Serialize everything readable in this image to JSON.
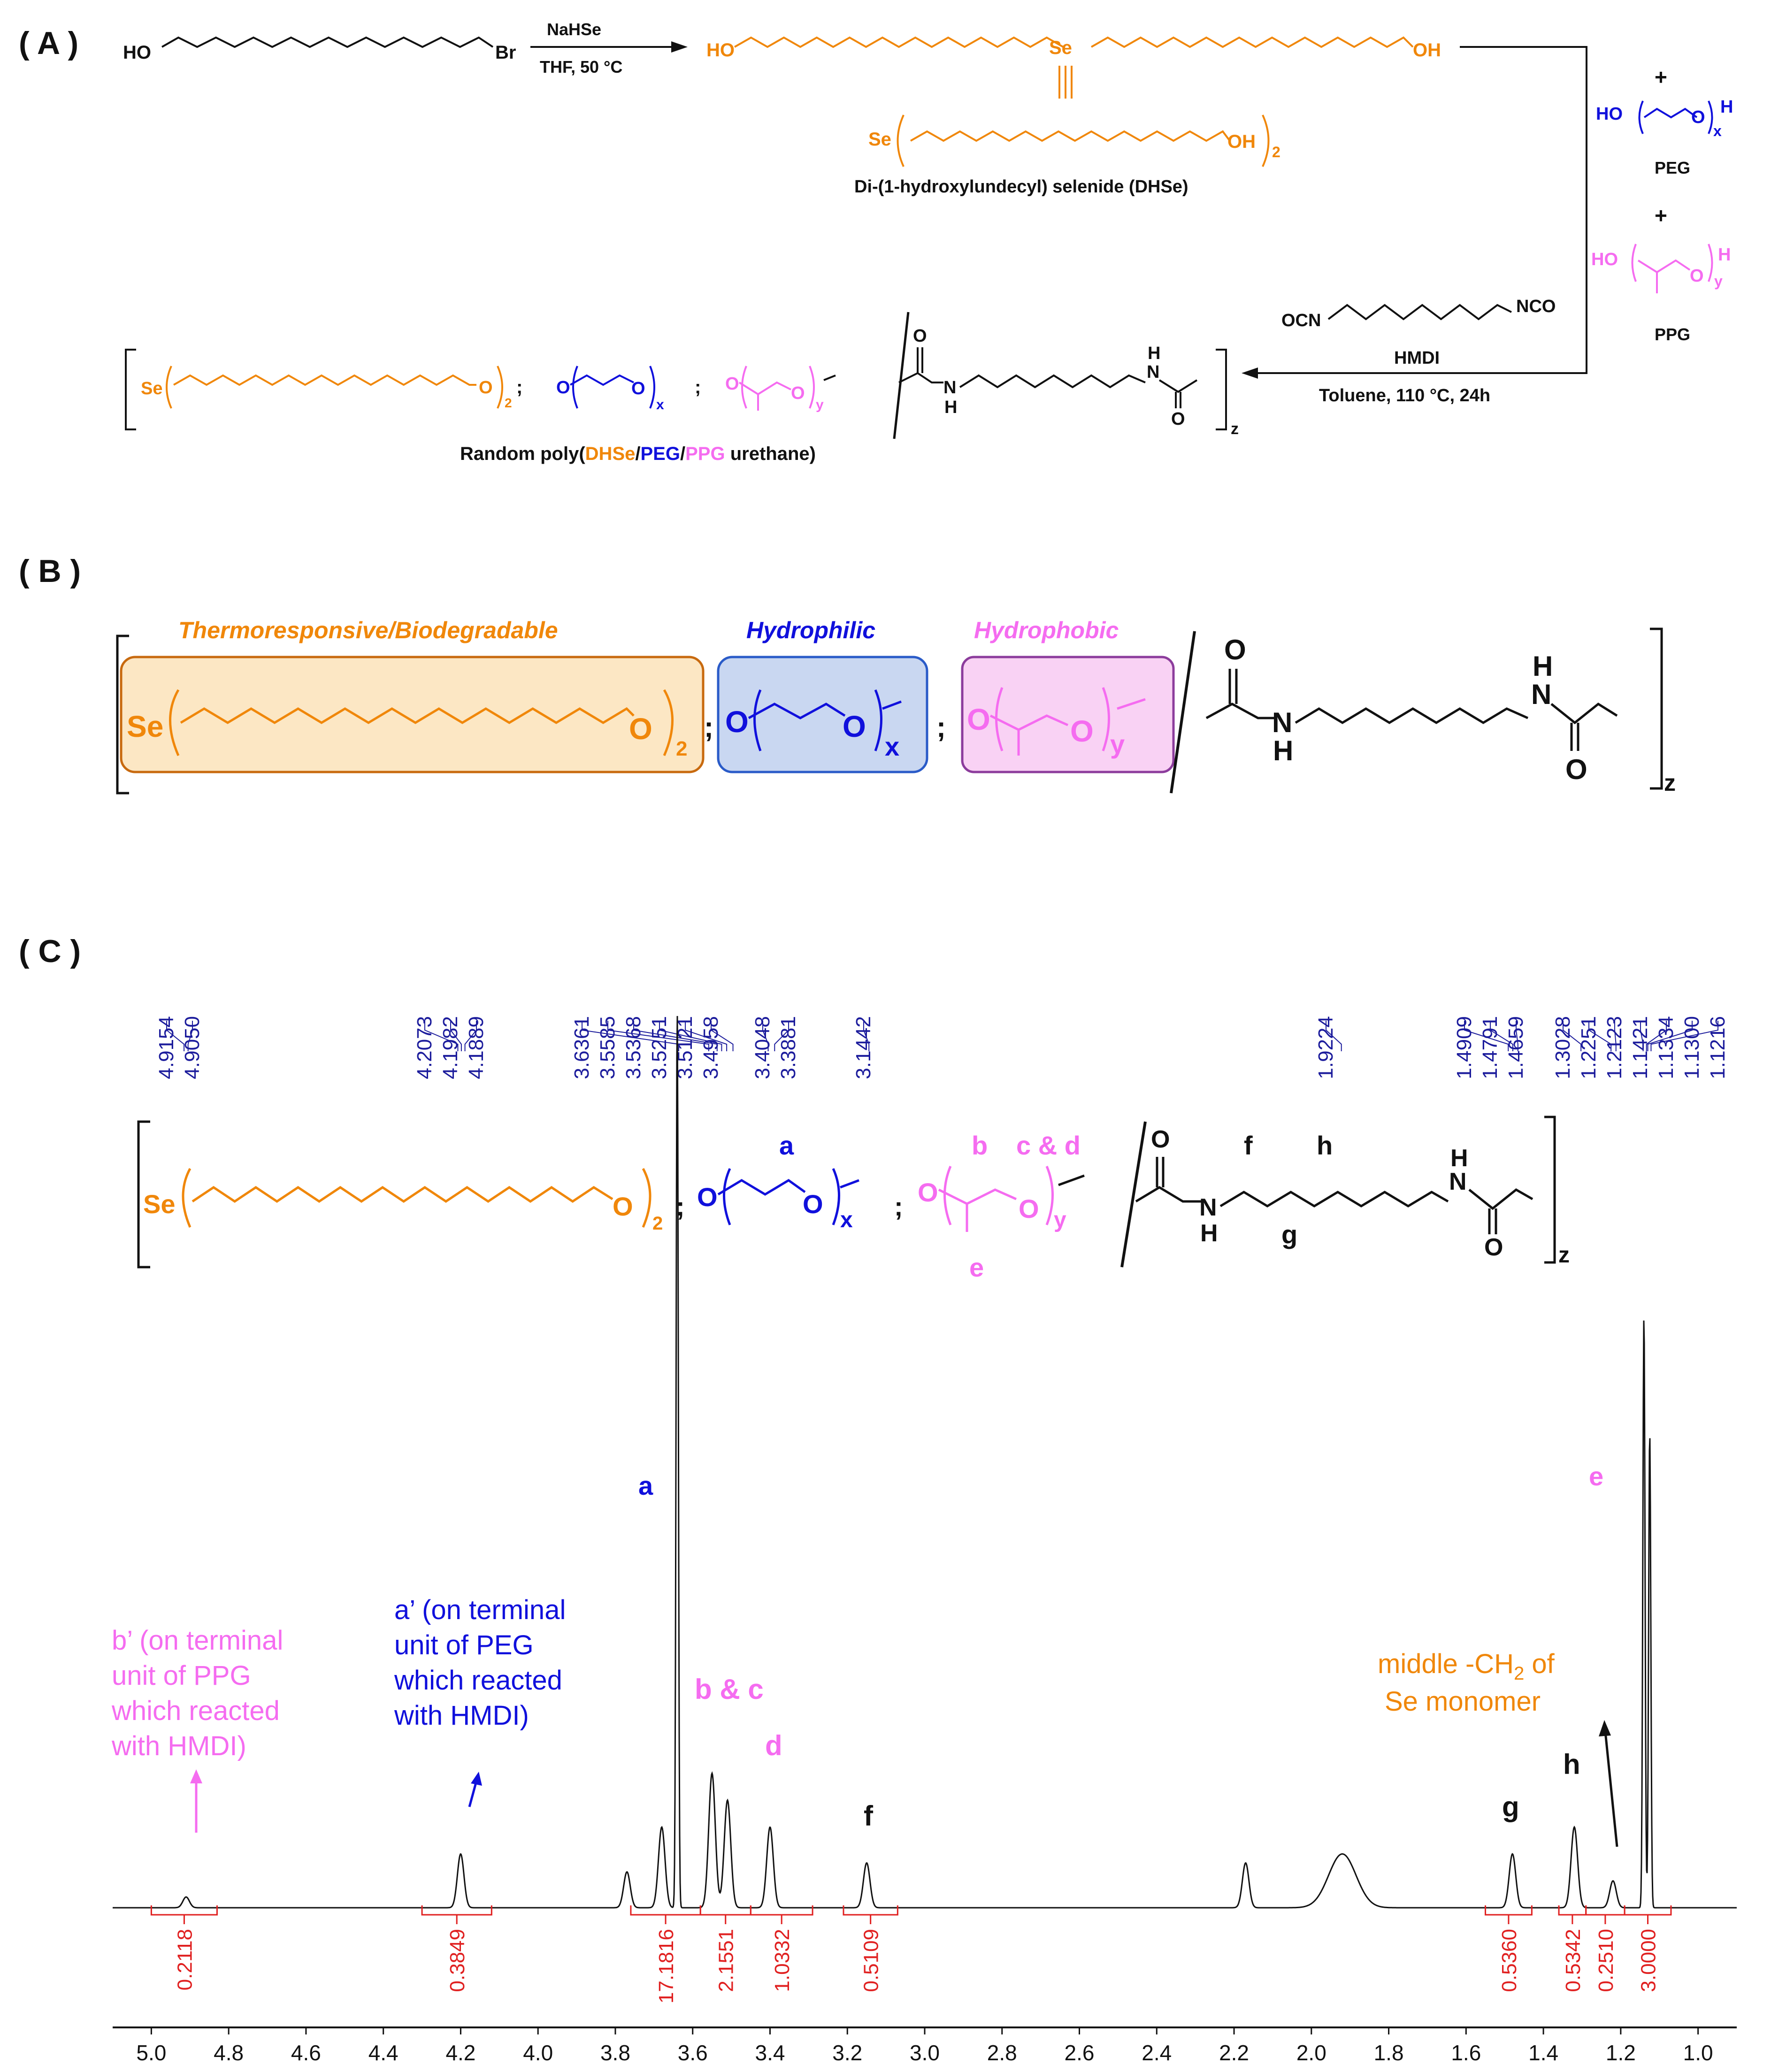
{
  "colors": {
    "orange": "#F0870A",
    "blue": "#1010DC",
    "pink": "#F56CF0",
    "black": "#111111",
    "shift_label": "#1C1C9C",
    "integral": "#E02020",
    "box_orange_fill": "#FCE7C4",
    "box_orange_stroke": "#C86A0F",
    "box_blue_fill": "#C9D7F1",
    "box_blue_stroke": "#2A5BC8",
    "box_pink_fill": "#F9D2F4",
    "box_pink_stroke": "#8C3C9C"
  },
  "panelA": {
    "label": "( A )",
    "start_ho": "HO",
    "start_br": "Br",
    "reagent1": "NaHSe",
    "cond1": "THF, 50 °C",
    "prod_ho": "HO",
    "prod_se": "Se",
    "prod_oh": "OH",
    "eq_se": "Se",
    "eq_oh": "OH",
    "eq_sub": "2",
    "dhse_name": "Di-(1-hydroxylundecyl) selenide (DHSe)",
    "plus1": "+",
    "peg_ho": "HO",
    "peg_h": "H",
    "peg_o": "O",
    "peg_x": "x",
    "peg_name": "PEG",
    "plus2": "+",
    "ppg_ho": "HO",
    "ppg_h": "H",
    "ppg_o": "O",
    "ppg_y": "y",
    "ppg_name": "PPG",
    "ocn": "OCN",
    "nco": "NCO",
    "hmdi": "HMDI",
    "cond2": "Toluene, 110 °C, 24h",
    "poly_se": "Se",
    "poly_o1": "O",
    "poly_2": "2",
    "poly_semi": ";",
    "poly_o2": "O",
    "poly_o3": "O",
    "poly_x": "x",
    "poly_o4": "O",
    "poly_o5": "O",
    "poly_y": "y",
    "poly_o6": "O",
    "poly_n1": "N",
    "poly_h1": "H",
    "poly_h2": "H",
    "poly_n2": "N",
    "poly_o7": "O",
    "poly_z": "z",
    "product_prefix": "Random poly(",
    "product_dhse": "DHSe",
    "product_slash": "/",
    "product_peg": "PEG",
    "product_ppg": "PPG",
    "product_suffix": " urethane)"
  },
  "panelB": {
    "label": "( B )",
    "seg1_title": "Thermoresponsive/Biodegradable",
    "seg2_title": "Hydrophilic",
    "seg3_title": "Hydrophobic",
    "se": "Se",
    "o1": "O",
    "sub2": "2",
    "semi": ";",
    "o2": "O",
    "o3": "O",
    "x": "x",
    "o4": "O",
    "o5": "O",
    "y": "y",
    "o6": "O",
    "n1": "N",
    "h1": "H",
    "h2": "H",
    "n2": "N",
    "o7": "O",
    "z": "z"
  },
  "panelC": {
    "label": "( C )",
    "struct": {
      "se": "Se",
      "o1": "O",
      "sub2": "2",
      "semi": ";",
      "o2": "O",
      "o3": "O",
      "x": "x",
      "o4": "O",
      "o5": "O",
      "y": "y",
      "o6": "O",
      "n1": "N",
      "h1": "H",
      "h2": "H",
      "n2": "N",
      "o7": "O",
      "z": "z",
      "lbl_a": "a",
      "lbl_b": "b",
      "lbl_cd": "c & d",
      "lbl_e": "e",
      "lbl_f": "f",
      "lbl_h": "h",
      "lbl_g": "g"
    },
    "peak_labels": {
      "a": "a",
      "e": "e",
      "bc": "b & c",
      "d": "d",
      "f": "f",
      "g": "g",
      "h": "h"
    },
    "annot_b_prime": [
      "b’ (on terminal",
      "unit of PPG",
      "which reacted",
      "with HMDI)"
    ],
    "annot_a_prime": [
      "a’ (on terminal",
      "unit of PEG",
      "which reacted",
      "with HMDI)"
    ],
    "annot_middle": [
      "middle -CH",
      "2",
      " of",
      "Se monomer"
    ]
  },
  "chart_data": {
    "type": "line",
    "title": "",
    "xlabel": "",
    "ylabel": "",
    "xlim": [
      5.1,
      0.9
    ],
    "x_reversed": true,
    "xticks": [
      "5.0",
      "4.8",
      "4.6",
      "4.4",
      "4.2",
      "4.0",
      "3.8",
      "3.6",
      "3.4",
      "3.2",
      "3.0",
      "2.8",
      "2.6",
      "2.4",
      "2.2",
      "2.0",
      "1.8",
      "1.6",
      "1.4",
      "1.2",
      "1.0"
    ],
    "peaks_ppm": [
      {
        "x": 4.91,
        "height": 0.012
      },
      {
        "x": 4.2,
        "height": 0.06
      },
      {
        "x": 3.77,
        "height": 0.04
      },
      {
        "x": 3.68,
        "height": 0.09
      },
      {
        "x": 3.64,
        "height": 1.0
      },
      {
        "x": 3.55,
        "height": 0.15
      },
      {
        "x": 3.51,
        "height": 0.12
      },
      {
        "x": 3.4,
        "height": 0.09
      },
      {
        "x": 3.15,
        "height": 0.05
      },
      {
        "x": 2.17,
        "height": 0.05
      },
      {
        "x": 1.92,
        "height": 0.06
      },
      {
        "x": 1.48,
        "height": 0.06
      },
      {
        "x": 1.32,
        "height": 0.09
      },
      {
        "x": 1.22,
        "height": 0.03
      },
      {
        "x": 1.14,
        "height": 0.66
      },
      {
        "x": 1.125,
        "height": 0.53
      }
    ],
    "shift_labels": [
      "4.9154",
      "4.9050",
      "4.2073",
      "4.1982",
      "4.1889",
      "3.6361",
      "3.5585",
      "3.5368",
      "3.5251",
      "3.5121",
      "3.4958",
      "3.4048",
      "3.3881",
      "3.1442",
      "1.9224",
      "1.4909",
      "1.4791",
      "1.4659",
      "1.3028",
      "1.2251",
      "1.2123",
      "1.1421",
      "1.1334",
      "1.1300",
      "1.1216"
    ],
    "integrals": [
      {
        "from": 5.0,
        "to": 4.83,
        "value": "0.2118"
      },
      {
        "from": 4.3,
        "to": 4.12,
        "value": "0.3849"
      },
      {
        "from": 3.76,
        "to": 3.58,
        "value": "17.1816"
      },
      {
        "from": 3.58,
        "to": 3.45,
        "value": "2.1551"
      },
      {
        "from": 3.45,
        "to": 3.29,
        "value": "1.0332"
      },
      {
        "from": 3.21,
        "to": 3.07,
        "value": "0.5109"
      },
      {
        "from": 1.55,
        "to": 1.43,
        "value": "0.5360"
      },
      {
        "from": 1.36,
        "to": 1.29,
        "value": "0.5342"
      },
      {
        "from": 1.29,
        "to": 1.19,
        "value": "0.2510"
      },
      {
        "from": 1.19,
        "to": 1.07,
        "value": "3.0000"
      }
    ]
  }
}
